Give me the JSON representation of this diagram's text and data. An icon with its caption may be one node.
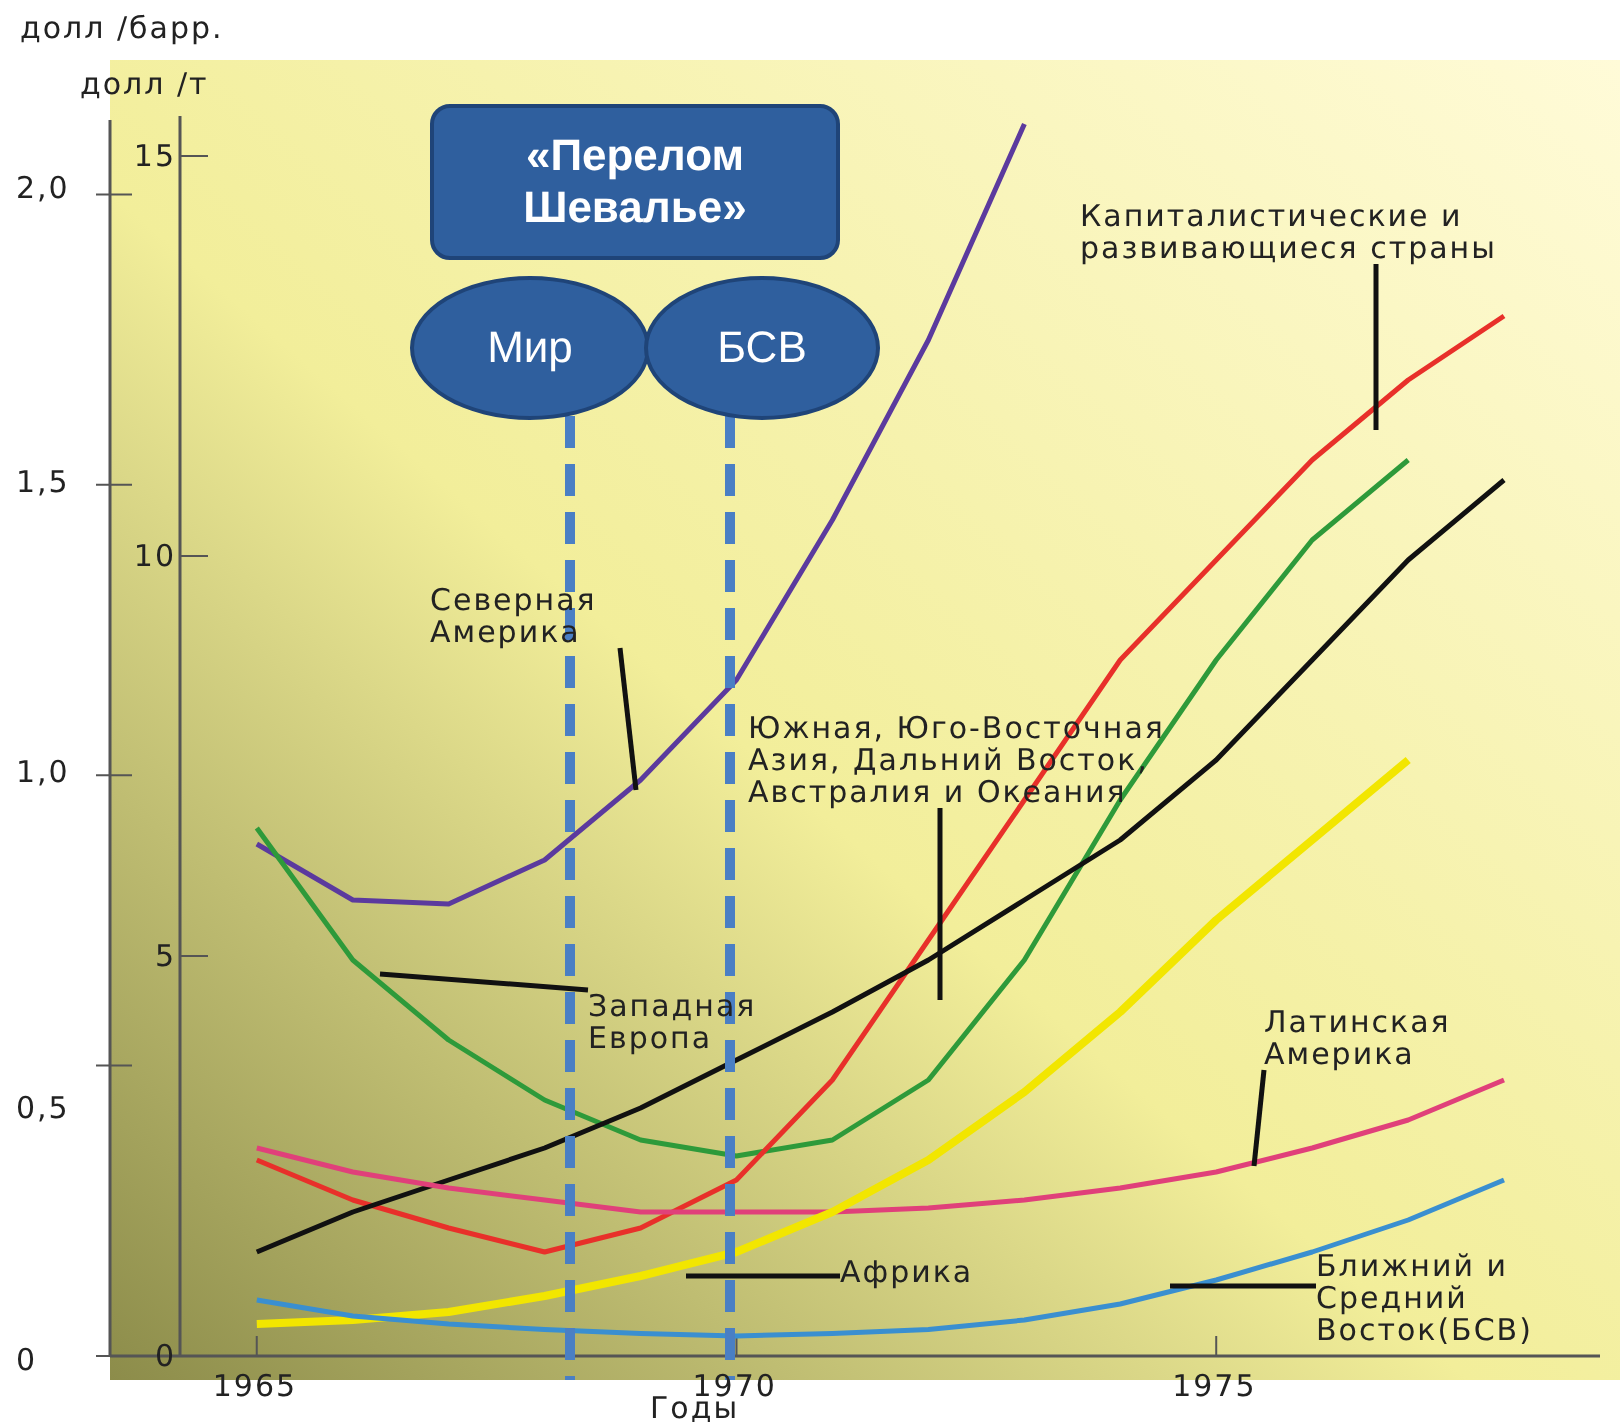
{
  "diagram": {
    "nodes": [
      {
        "text": [
          "«Перелом Шевалье»"
        ]
      },
      {
        "text": [
          "Мир"
        ]
      },
      {
        "text": [
          "БСВ"
        ]
      },
      {
        "text": [
          "Капиталистические и развивающиеся страны"
        ]
      },
      {
        "text": [
          "Северная Америка"
        ]
      },
      {
        "text": [
          "Южная, Юго-Восточная Азия, Дальний Восток, Австралия и Океания"
        ]
      },
      {
        "text": [
          "Западная Европа"
        ]
      },
      {
        "text": [
          "Латинская Америка"
        ]
      },
      {
        "text": [
          "Африка"
        ]
      },
      {
        "text": [
          "Ближний и Средний Восток(БСВ)"
        ]
      }
    ],
    "edges": [
      {
        "from": 1,
        "to": null,
        "arrow": "none",
        "style": "dashed",
        "color": "#4a7fc4"
      },
      {
        "from": 2,
        "to": null,
        "arrow": "none",
        "style": "dashed",
        "color": "#4a7fc4"
      },
      {
        "from": 3,
        "to": null,
        "arrow": "none"
      },
      {
        "from": 4,
        "to": null,
        "arrow": "none"
      },
      {
        "from": 5,
        "to": null,
        "arrow": "none"
      },
      {
        "from": 6,
        "to": null,
        "arrow": "none"
      },
      {
        "from": 7,
        "to": null,
        "arrow": "none"
      },
      {
        "from": 8,
        "to": null,
        "arrow": "none"
      },
      {
        "from": 9,
        "to": null,
        "arrow": "none"
      }
    ],
    "labels": [
      "долл /барр.",
      "2,0",
      "1,5",
      "1,0",
      "0,5",
      "0"
    ],
    "chart_data": {
      "type": "line",
      "xlabel": "Годы",
      "ylabel": "долл /т",
      "x": [
        1965,
        1966,
        1967,
        1968,
        1969,
        1970,
        1971,
        1972,
        1973,
        1974,
        1975,
        1976,
        1977,
        1978
      ],
      "series": [
        {
          "color": "#5b3a9e",
          "values": [
            6.4,
            5.7,
            5.65,
            6.2,
            7.2,
            8.45,
            10.45,
            12.7,
            15.4,
            null,
            null,
            null,
            null,
            null
          ]
        },
        {
          "color": "#2e9a3a",
          "values": [
            6.6,
            4.95,
            3.95,
            3.2,
            2.7,
            2.5,
            2.7,
            3.45,
            4.95,
            6.95,
            8.7,
            10.2,
            11.2,
            null
          ]
        },
        {
          "color": "#e8302a",
          "values": [
            2.45,
            1.95,
            1.6,
            1.3,
            1.6,
            2.2,
            3.45,
            5.2,
            6.95,
            8.7,
            9.95,
            11.2,
            12.2,
            13.0
          ]
        },
        {
          "color": "#111111",
          "values": [
            1.3,
            1.8,
            2.2,
            2.6,
            3.1,
            3.7,
            4.3,
            4.95,
            5.7,
            6.45,
            7.45,
            8.7,
            9.95,
            10.95
          ]
        },
        {
          "color": "#e0407a",
          "values": [
            2.6,
            2.3,
            2.1,
            1.95,
            1.8,
            1.8,
            1.8,
            1.85,
            1.95,
            2.1,
            2.3,
            2.6,
            2.95,
            3.45
          ]
        },
        {
          "color": "#f2e600",
          "values": [
            0.4,
            0.45,
            0.55,
            0.75,
            1.0,
            1.3,
            1.8,
            2.45,
            3.3,
            4.3,
            5.45,
            6.45,
            7.45,
            null
          ]
        },
        {
          "color": "#3a8fd0",
          "values": [
            0.7,
            0.5,
            0.4,
            0.33,
            0.28,
            0.25,
            0.28,
            0.33,
            0.45,
            0.65,
            0.95,
            1.3,
            1.7,
            2.2
          ]
        }
      ],
      "xticks": [
        1965,
        1970,
        1975
      ],
      "yticks": [
        0,
        5,
        10,
        15
      ],
      "ylim": [
        0,
        15.5
      ],
      "xlim": [
        1964.2,
        1979
      ]
    }
  }
}
